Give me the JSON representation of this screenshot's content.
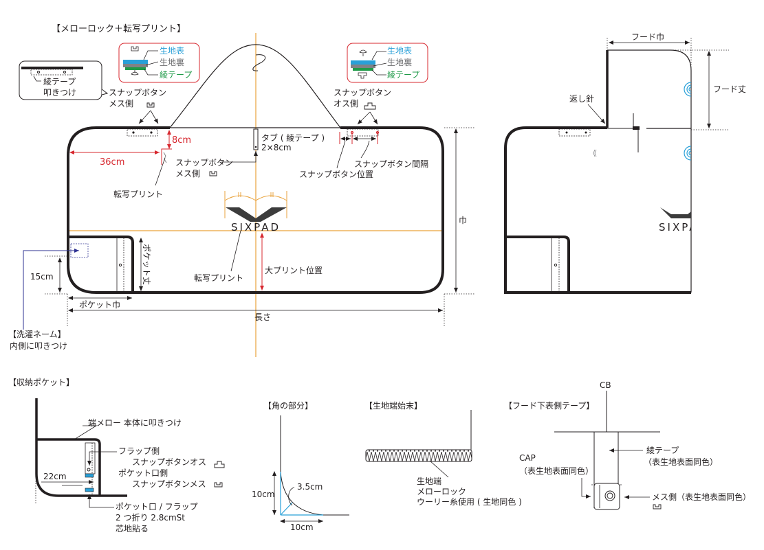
{
  "colors": {
    "outline": "#231f20",
    "dimension_red": "#d7282f",
    "guide_orange": "#e9a23b",
    "fabric_face_blue": "#29a0d8",
    "fabric_back_gray": "#808285",
    "tape_green": "#1f9a48",
    "label_arrow_navy": "#2e3192",
    "callout_border_red": "#d7282f"
  },
  "main_view": {
    "title": "【メローロック＋転写プリント】",
    "callout_tape": {
      "line1": "綾テープ",
      "line2": "叩きつけ"
    },
    "snap_legend_left": {
      "face": "生地表",
      "back": "生地裏",
      "tape": "綾テープ"
    },
    "snap_legend_right": {
      "face": "生地表",
      "back": "生地裏",
      "tape": "綾テープ"
    },
    "snap_female_label": {
      "line1": "スナップボタン",
      "line2": "メス側"
    },
    "snap_male_label": {
      "line1": "スナップボタン",
      "line2": "オス側"
    },
    "dim_8cm": "8cm",
    "dim_36cm": "36cm",
    "tab_label": {
      "line1": "タブ ( 綾テープ )",
      "line2": "2×8cm"
    },
    "snap_female_tab": {
      "line1": "スナップボタン",
      "line2": "メス側"
    },
    "snap_interval": "スナップボタン間隔",
    "snap_position": "スナップボタン位置",
    "transfer_print_small": "転写プリント",
    "transfer_print_large": "転写プリント",
    "logo_text": "SIXPAD",
    "large_print_position": "大プリント位置",
    "width_label": "巾",
    "pocket_height": "ポケット丈",
    "pocket_width": "ポケット巾",
    "dim_15cm": "15cm",
    "length_label": "長さ",
    "wash_label": {
      "line1": "【洗濯ネーム】",
      "line2": "内側に叩きつけ"
    }
  },
  "hood_view": {
    "hood_width": "フード巾",
    "hood_height": "フード丈",
    "backstitch": "返し針",
    "logo_text": "SIXPAD"
  },
  "pocket_detail": {
    "title": "【収納ポケット】",
    "edge_merrow": "端メロー 本体に叩きつけ",
    "flap_side": {
      "line1": "フラップ側",
      "line2": "スナップボタンオス"
    },
    "pocket_mouth_side": {
      "line1": "ポケット口側",
      "line2": "スナップボタンメス"
    },
    "dim_22cm": "22cm",
    "fold_note": {
      "line1": "ポケット口 / フラップ",
      "line2": "2 つ折り 2.8cmSt",
      "line3": "芯地貼る"
    }
  },
  "corner_detail": {
    "title": "【角の部分】",
    "radius": "3.5cm",
    "height": "10cm",
    "width": "10cm"
  },
  "edge_finish": {
    "title": "【生地端始末】",
    "note": {
      "line1": "生地端",
      "line2": "メローロック",
      "line3": "ウーリー糸使用 ( 生地同色 )"
    }
  },
  "hood_tape": {
    "title": "【フード下表側テープ】",
    "cb": "CB",
    "tape": {
      "line1": "綾テープ",
      "line2": "（表生地表面同色）"
    },
    "cap": {
      "line1": "CAP",
      "line2": "（表生地表面同色）"
    },
    "female": "メス側（表生地表面同色）"
  }
}
